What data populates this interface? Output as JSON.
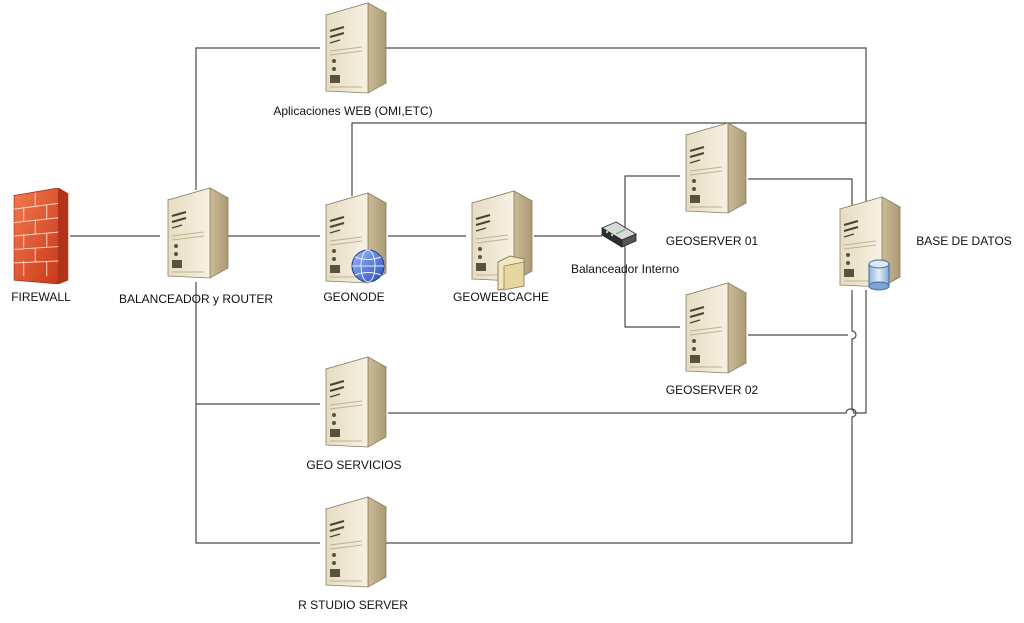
{
  "nodes": {
    "firewall": {
      "label": "FIREWALL",
      "icon": "firewall-icon"
    },
    "balanceador_router": {
      "label": "BALANCEADOR y ROUTER",
      "icon": "server-icon"
    },
    "aplicaciones_web": {
      "label": "Aplicaciones WEB (OMI,ETC)",
      "icon": "server-icon"
    },
    "geonode": {
      "label": "GEONODE",
      "icon": "web-server-icon"
    },
    "geowebcache": {
      "label": "GEOWEBCACHE",
      "icon": "file-server-icon"
    },
    "balanceador_interno": {
      "label": "Balanceador Interno",
      "icon": "switch-icon"
    },
    "geoserver_01": {
      "label": "GEOSERVER 01",
      "icon": "server-icon"
    },
    "geoserver_02": {
      "label": "GEOSERVER 02",
      "icon": "server-icon"
    },
    "base_de_datos": {
      "label": "BASE DE DATOS",
      "icon": "database-server-icon"
    },
    "geo_servicios": {
      "label": "GEO SERVICIOS",
      "icon": "server-icon"
    },
    "r_studio_server": {
      "label": "R STUDIO SERVER",
      "icon": "server-icon"
    }
  },
  "colors": {
    "server_light": "#f3ead6",
    "server_mid": "#dccfb0",
    "server_dark": "#a89974",
    "firewall": "#e8542c",
    "line": "#4a4a4a"
  }
}
